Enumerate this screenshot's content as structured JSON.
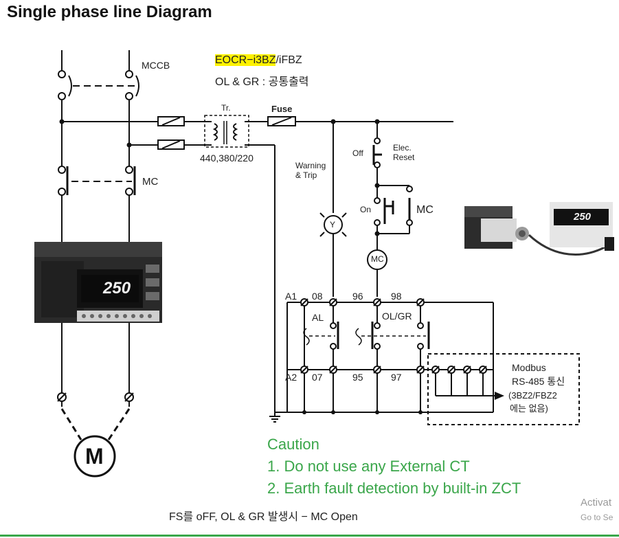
{
  "title": "Single phase line Diagram",
  "model": {
    "highlight": "EOCR−i3BZ",
    "suffix": "/iFBZ"
  },
  "note_common": "OL & GR : 공통출력",
  "labels": {
    "mccb": "MCCB",
    "mc_left": "MC",
    "tr": "Tr.",
    "fuse": "Fuse",
    "voltage": "440,380/220",
    "warning1": "Warning",
    "warning2": "& Trip",
    "off": "Off",
    "elec1": "Elec.",
    "elec2": "Reset",
    "on": "On",
    "mc_right": "MC",
    "y_lamp": "Y",
    "mc_coil": "MC",
    "a1": "A1",
    "t08": "08",
    "t96": "96",
    "t98": "98",
    "al": "AL",
    "olgr": "OL/GR",
    "a2": "A2",
    "t07": "07",
    "t95": "95",
    "t97": "97",
    "modbus1": "Modbus",
    "modbus2": "RS-485 통신",
    "note1": "(3BZ2/FBZ2",
    "note2": "에는 없음)",
    "motor": "M"
  },
  "device_display": "250",
  "caution": {
    "heading": "Caution",
    "item1": "1. Do not use any External CT",
    "item2": "2. Earth fault detection by built-in ZCT"
  },
  "footer_note": "FS를 oFF, OL & GR 발생시 − MC Open",
  "watermark": {
    "line1": "Activat",
    "line2": "Go to Se"
  },
  "colors": {
    "caution": "#3aa64a",
    "highlight": "#fff200",
    "rule": "#39a74a"
  }
}
